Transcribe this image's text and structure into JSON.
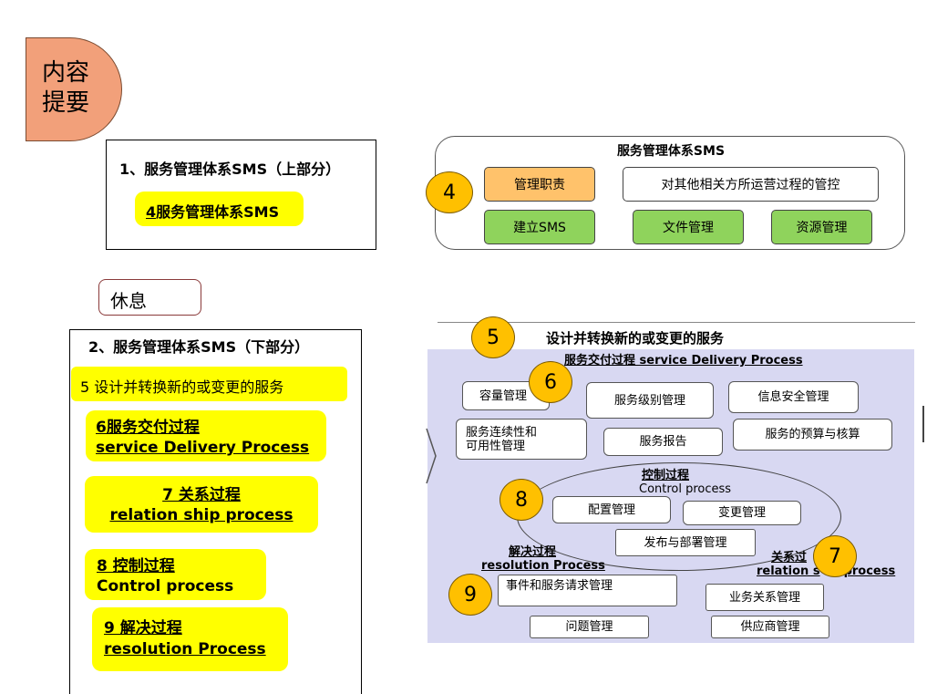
{
  "outline_tab": {
    "line1": "内容",
    "line2": "提要"
  },
  "part1": {
    "title": "1、服务管理体系SMS（上部分）",
    "item_num": "4",
    "item_text": "服务管理体系SMS"
  },
  "break_label": "休息",
  "part2": {
    "title": "2、服务管理体系SMS（下部分）",
    "item5": "5 设计并转换新的或变更的服务",
    "item6_cn": "6服务交付过程",
    "item6_en": "service Delivery Process",
    "item7_cn": "7 关系过程",
    "item7_en": "relation ship process",
    "item8_cn": "8 控制过程",
    "item8_en": "Control process",
    "item9_cn": "9 解决过程",
    "item9_en": "resolution Process"
  },
  "sms_diagram": {
    "title": "服务管理体系SMS",
    "badge": "4",
    "mgmt_resp": "管理职责",
    "governance": "对其他相关方所运营过程的管控",
    "establish": "建立SMS",
    "doc_mgmt": "文件管理",
    "resource_mgmt": "资源管理"
  },
  "service_diagram": {
    "badge5": "5",
    "heading": "设计并转换新的或变更的服务",
    "delivery_title": "服务交付过程 service Delivery Process",
    "badge6": "6",
    "capacity": "容量管理",
    "service_level": "服务级别管理",
    "info_security": "信息安全管理",
    "continuity_1": "服务连续性和",
    "continuity_2": "可用性管理",
    "reporting": "服务报告",
    "budget": "服务的预算与核算",
    "control_title_cn": "控制过程",
    "control_title_en": "Control process",
    "badge8": "8",
    "config": "配置管理",
    "change": "变更管理",
    "release": "发布与部署管理",
    "resolution_title_cn": "解决过程",
    "resolution_title_en": "resolution Process",
    "relation_title_cn": "关系过",
    "relation_title_en": "relation s",
    "relation_title_en_tail": "process",
    "badge7": "7",
    "badge9": "9",
    "incident": "事件和服务请求管理",
    "business_rel": "业务关系管理",
    "problem": "问题管理",
    "supplier": "供应商管理"
  },
  "colors": {
    "yellow": "#ffff00",
    "green": "#8fd35c",
    "orange_box": "#ffc26b",
    "badge": "#ffc000",
    "tab": "#f2a07a",
    "panel": "#d8d8f2"
  }
}
